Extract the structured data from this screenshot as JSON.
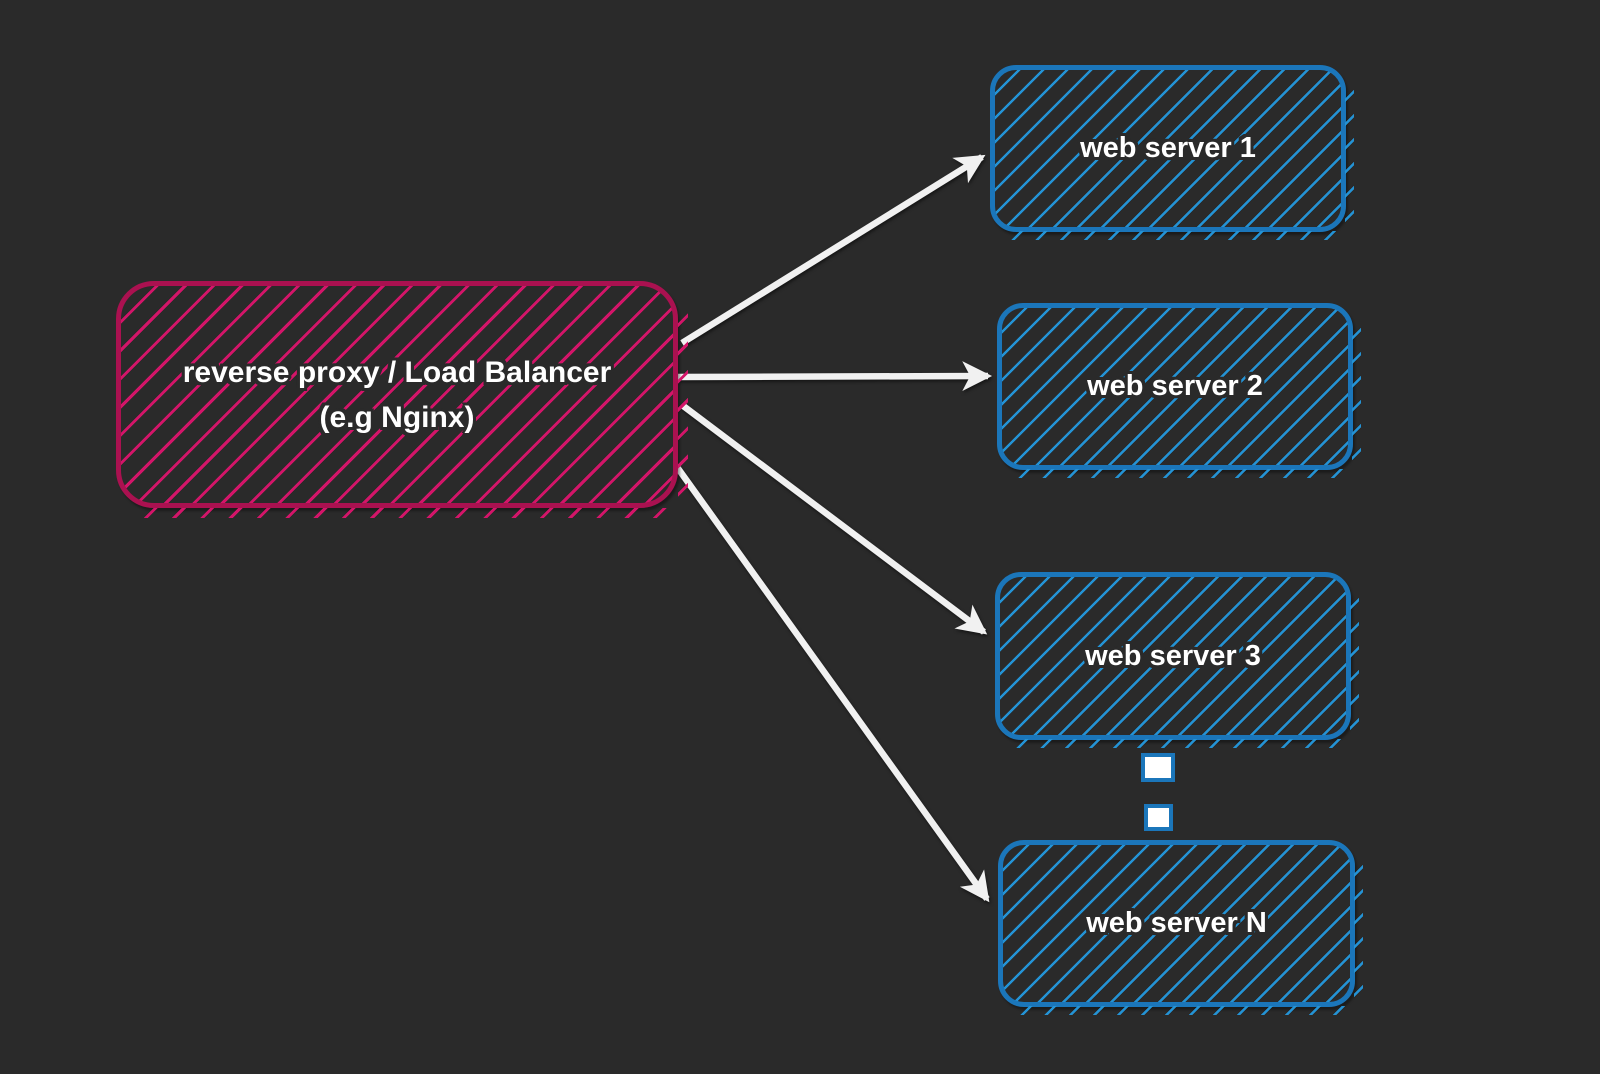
{
  "colors": {
    "background": "#2a2a2a",
    "red_border": "#aa1150",
    "red_hatch": "#d31569",
    "blue_border": "#1b76ba",
    "blue_hatch": "#2493d5",
    "arrow": "#f1f1f1",
    "label_text": "#ffffff",
    "square_fill": "#ffffff"
  },
  "nodes": {
    "load_balancer": {
      "label_line1": "reverse proxy / Load Balancer",
      "label_line2": "(e.g Nginx)"
    },
    "servers": [
      {
        "label": "web server 1"
      },
      {
        "label": "web server 2"
      },
      {
        "label": "web server 3"
      },
      {
        "label": "web server N"
      }
    ]
  },
  "connectors": [
    {
      "from": "reverse proxy / Load Balancer (e.g Nginx)",
      "to": "web server 1"
    },
    {
      "from": "reverse proxy / Load Balancer (e.g Nginx)",
      "to": "web server 2"
    },
    {
      "from": "reverse proxy / Load Balancer (e.g Nginx)",
      "to": "web server 3"
    },
    {
      "from": "reverse proxy / Load Balancer (e.g Nginx)",
      "to": "web server N"
    }
  ],
  "ellipsis": {
    "square_count": 2
  }
}
